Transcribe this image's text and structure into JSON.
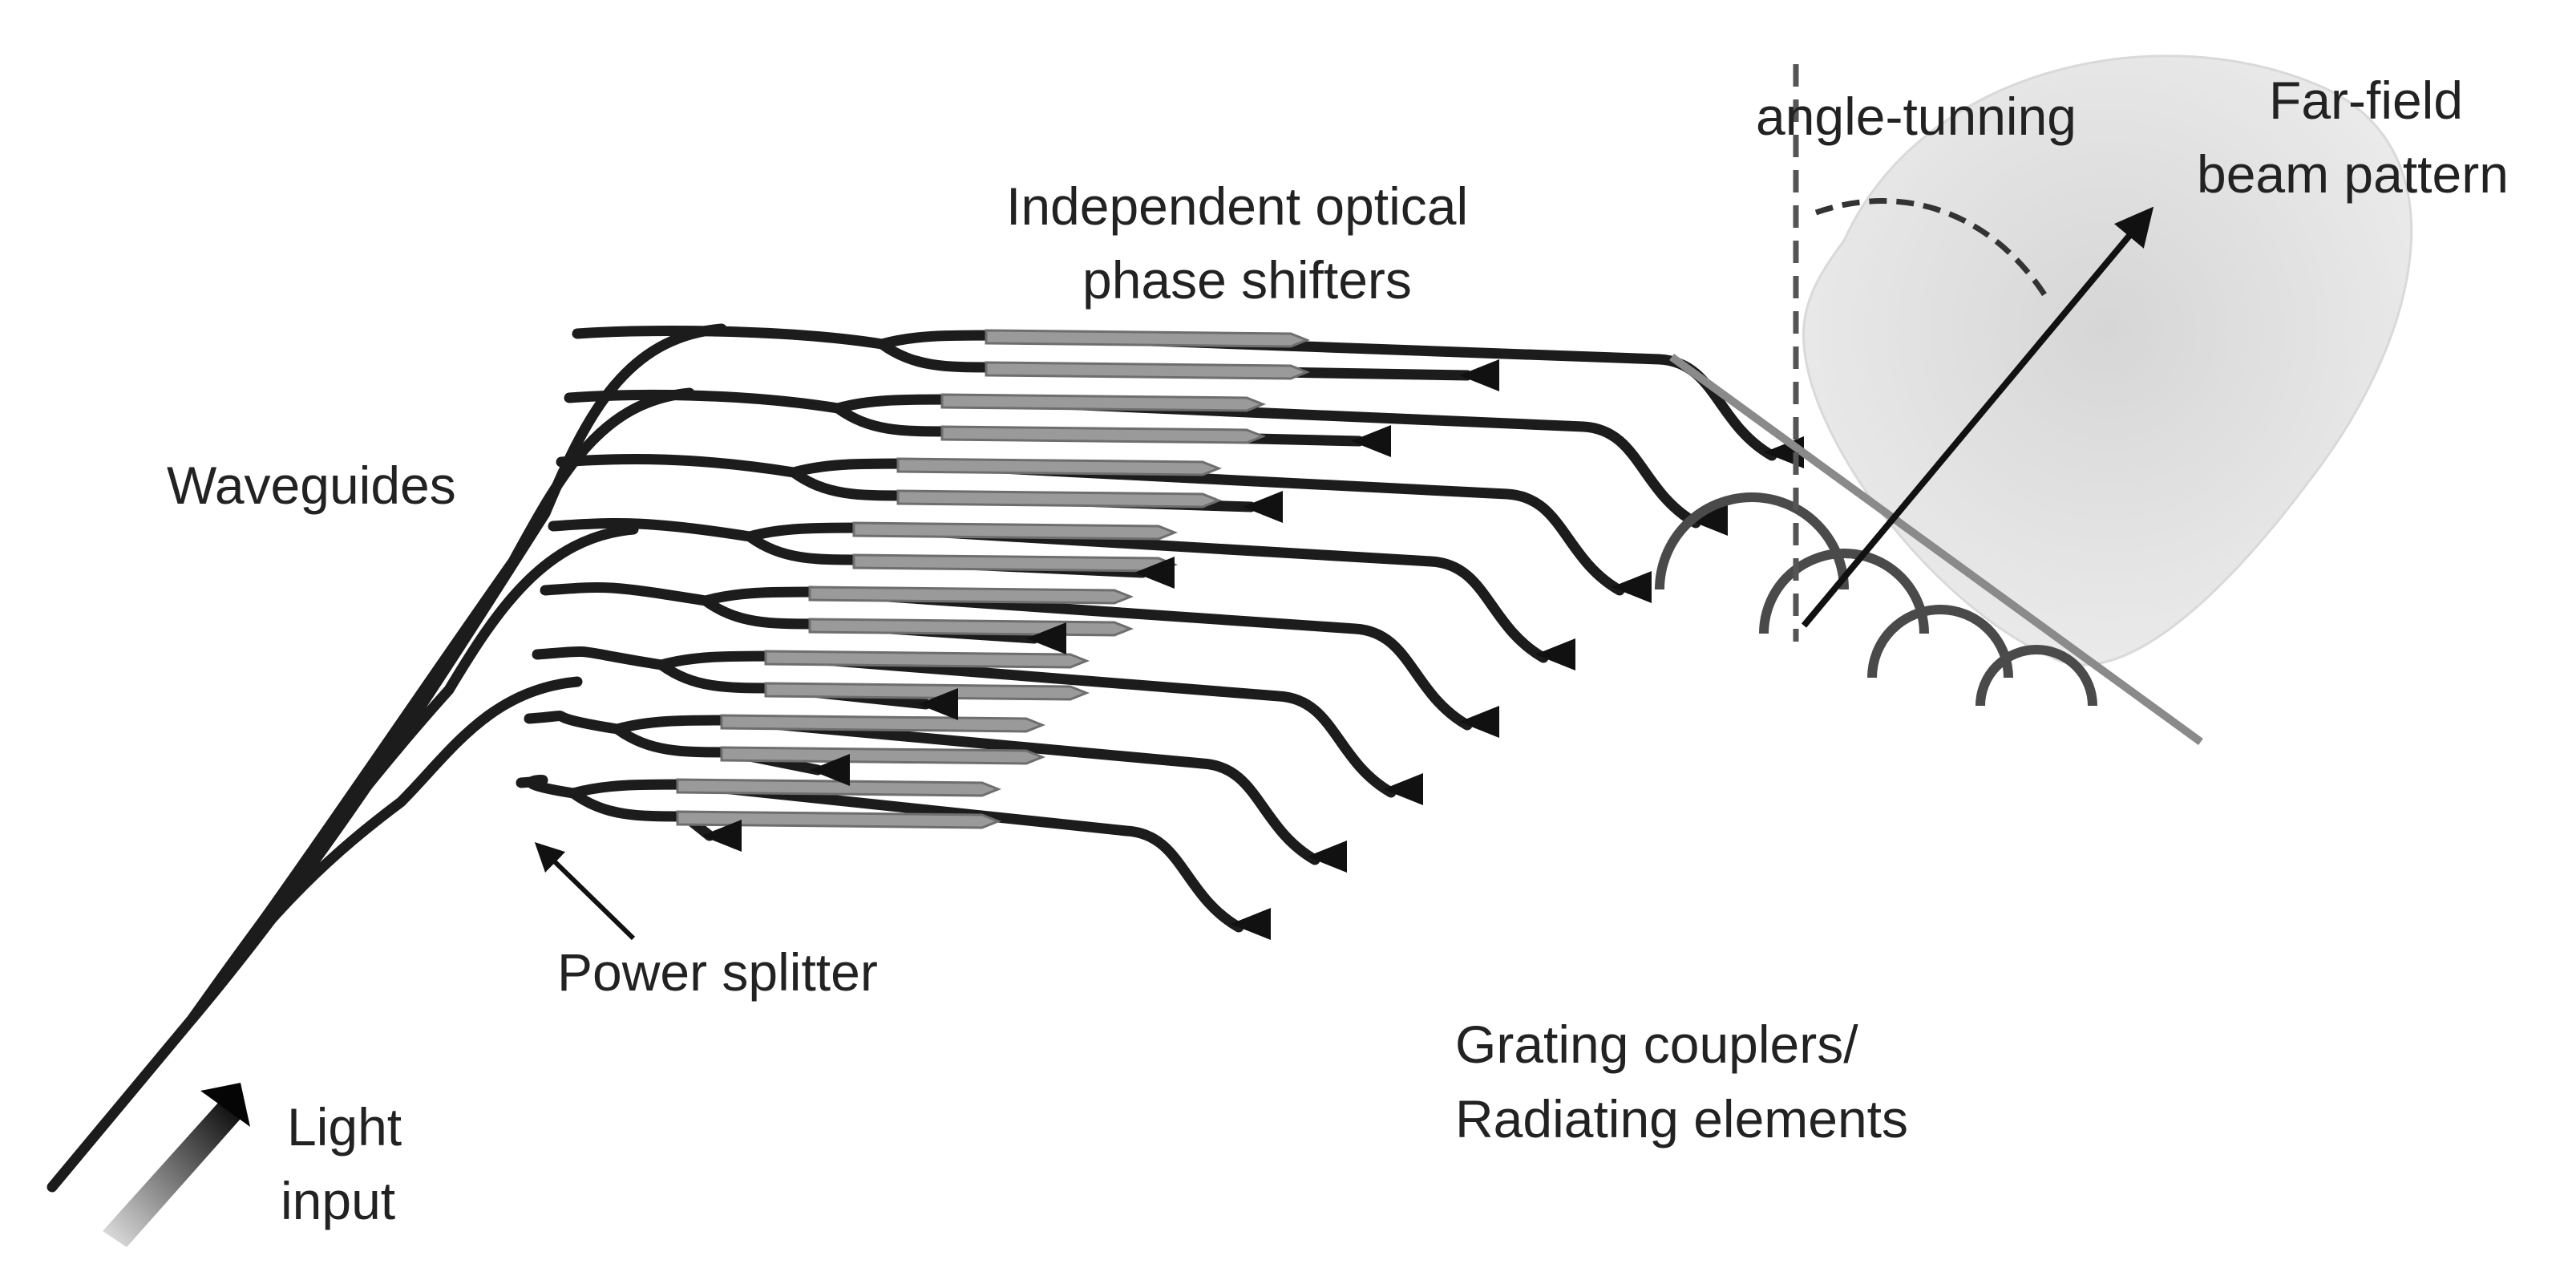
{
  "labels": {
    "phase_shifters_line1": "Independent optical",
    "phase_shifters_line2": "phase shifters",
    "angle_tuning": "angle-tunning",
    "far_field_line1": "Far-field",
    "far_field_line2": "beam pattern",
    "waveguides": "Waveguides",
    "power_splitter": "Power splitter",
    "grating_line1": "Grating  couplers/",
    "grating_line2": "Radiating elements",
    "light_input_line1": "Light",
    "light_input_line2": "input"
  },
  "colors": {
    "waveguide": "#1c1c1c",
    "phase_shifter": "#9a9a9a",
    "beam_pattern": "#e2e2e2",
    "wavefront": "#4a4a4a",
    "text": "#222222"
  },
  "array": {
    "channel_count": 16
  }
}
